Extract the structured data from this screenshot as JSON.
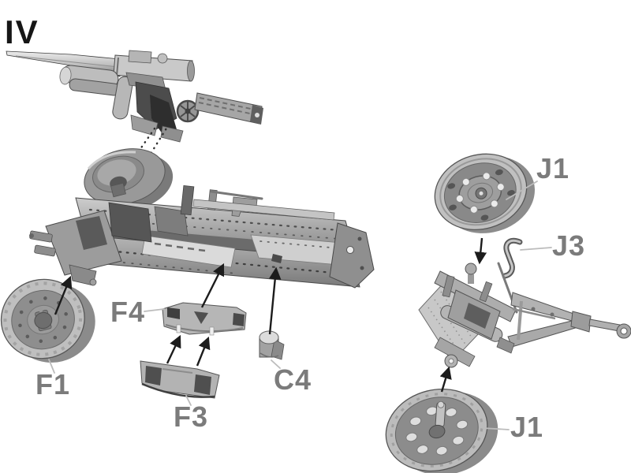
{
  "diagram": {
    "step": {
      "label": "IV"
    },
    "parts": {
      "f1": {
        "label": "F1"
      },
      "f3": {
        "label": "F3"
      },
      "f4": {
        "label": "F4"
      },
      "c4": {
        "label": "C4"
      },
      "j1_top": {
        "label": "J1"
      },
      "j3": {
        "label": "J3"
      },
      "j1_bottom": {
        "label": "J1"
      }
    },
    "colors": {
      "background": "#ffffff",
      "part_label": "#7b7b7b",
      "step_label": "#161616",
      "arrow": "#1c1c1c",
      "leader_line": "#bcbcbc"
    }
  }
}
